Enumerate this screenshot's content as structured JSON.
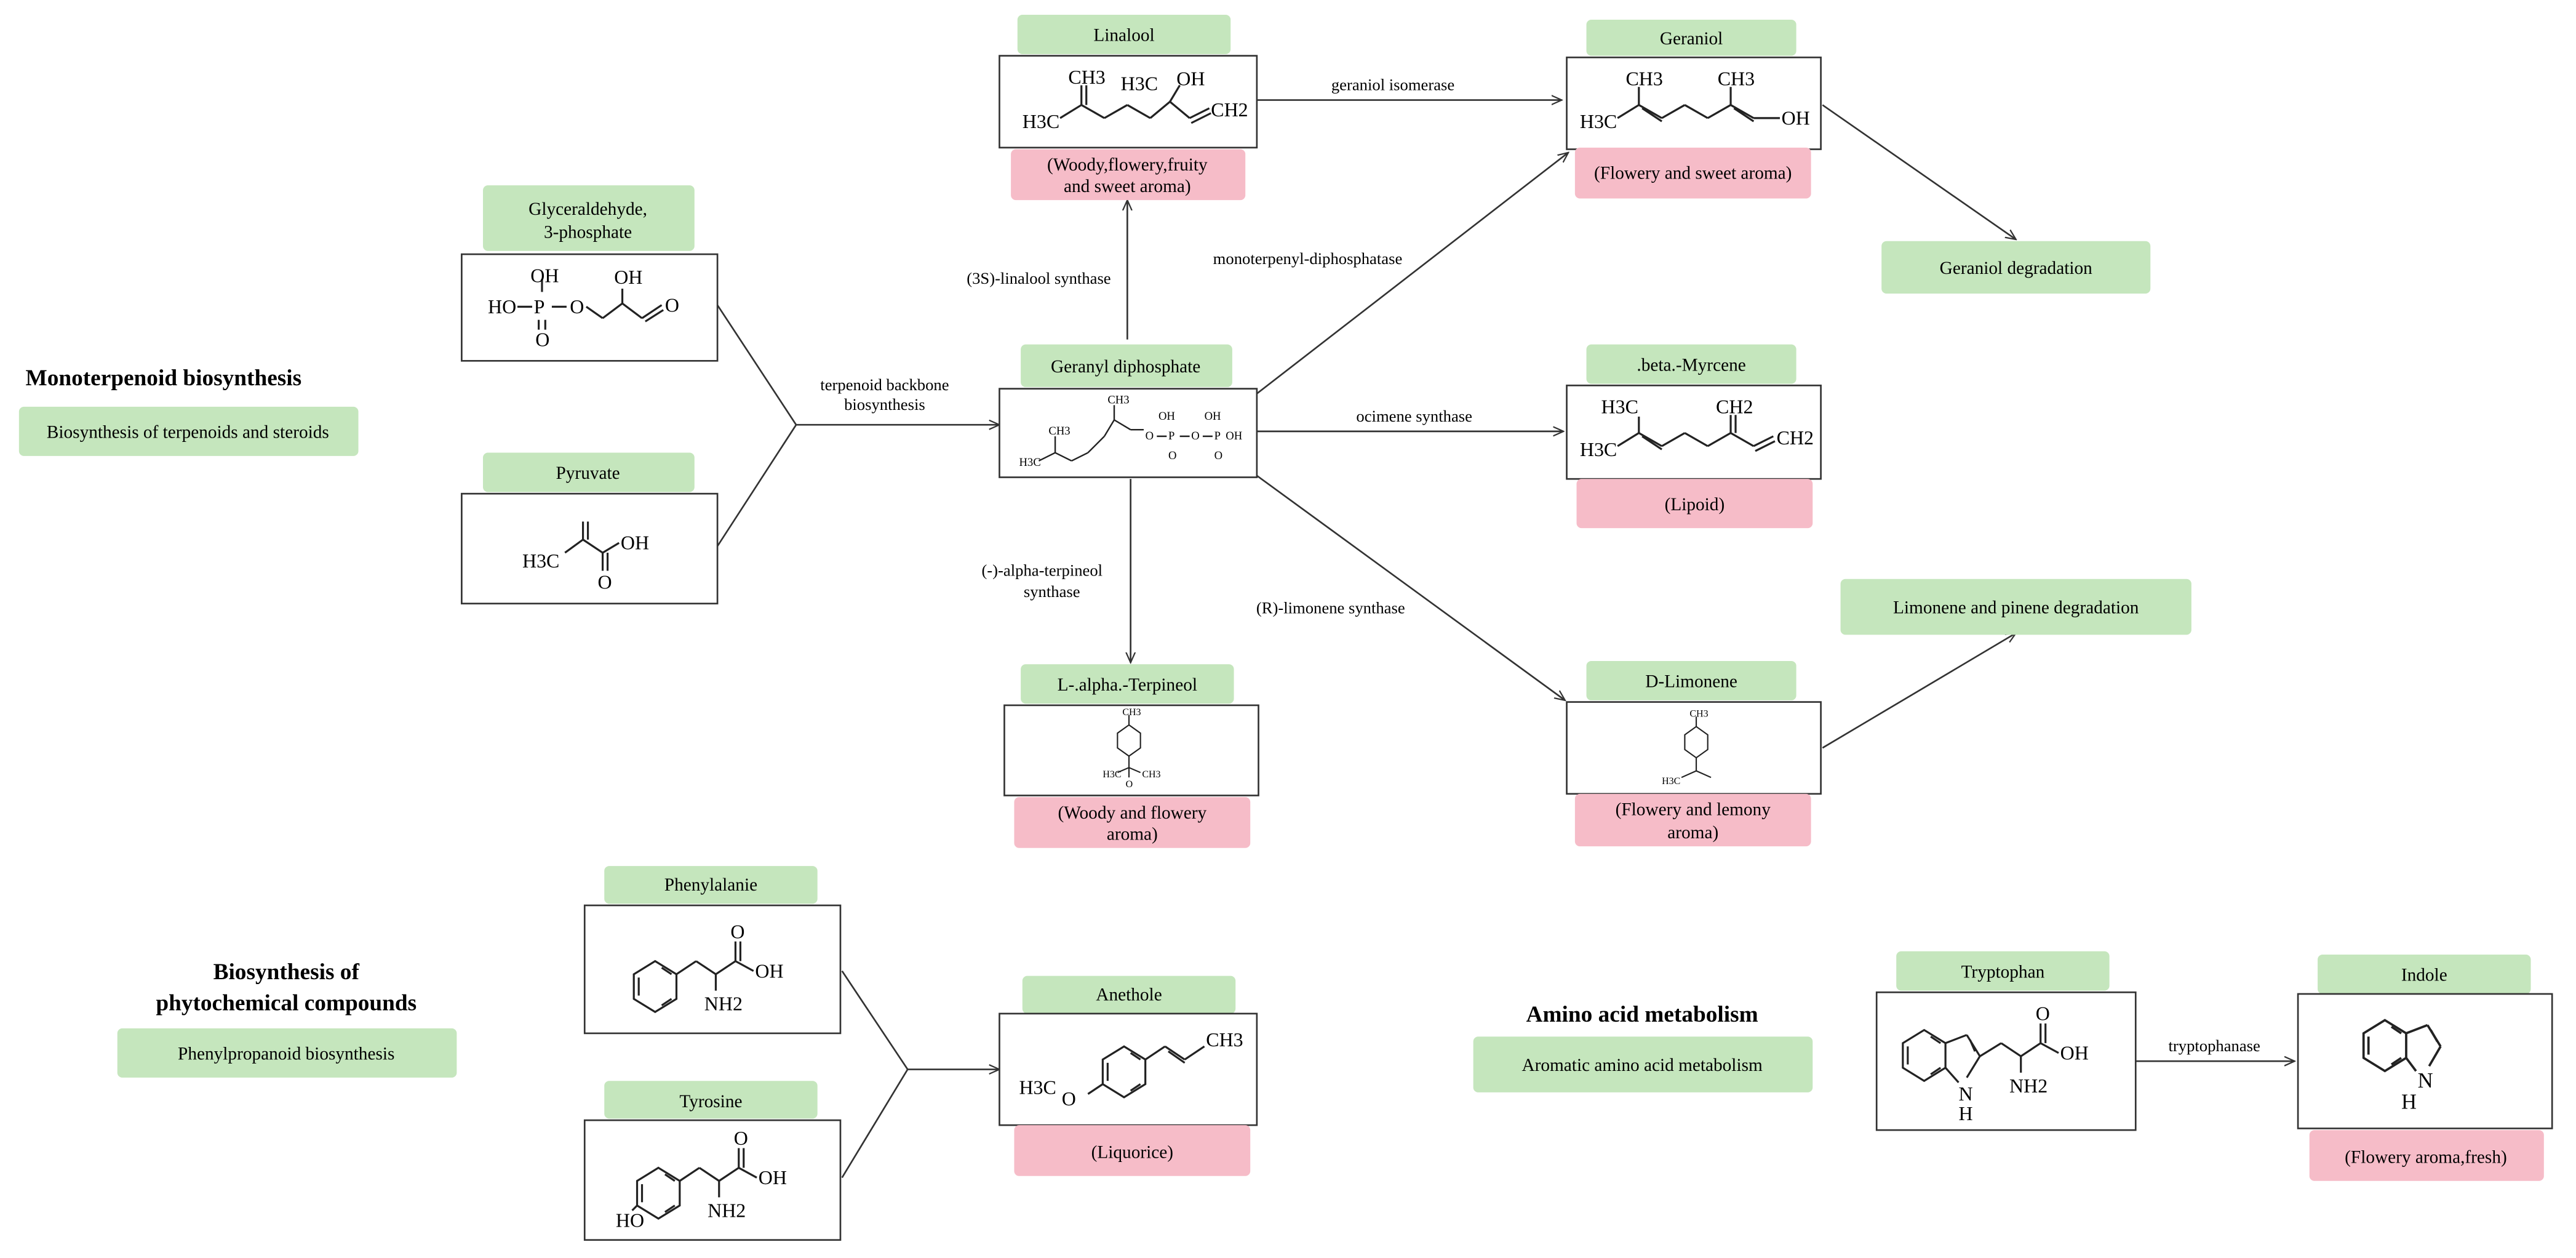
{
  "sections": {
    "monoterpenoid": {
      "title": "Monoterpenoid biosynthesis",
      "pathway": "Biosynthesis of terpenoids and steroids"
    },
    "phytochemical": {
      "title_line1": "Biosynthesis of",
      "title_line2": "phytochemical compounds",
      "pathway": "Phenylpropanoid biosynthesis"
    },
    "amino_acid": {
      "title": "Amino acid metabolism",
      "pathway": "Aromatic amino acid metabolism"
    }
  },
  "compounds": {
    "glyceraldehyde": {
      "name_line1": "Glyceraldehyde,",
      "name_line2": "3-phosphate"
    },
    "pyruvate": {
      "name": "Pyruvate"
    },
    "linalool": {
      "name": "Linalool",
      "aroma_line1": "(Woody,flowery,fruity",
      "aroma_line2": "and sweet aroma)"
    },
    "geranyl_diphosphate": {
      "name": "Geranyl diphosphate"
    },
    "geraniol": {
      "name": "Geraniol",
      "aroma": "(Flowery and sweet aroma)"
    },
    "myrcene": {
      "name": ".beta.-Myrcene",
      "aroma": "(Lipoid)"
    },
    "terpineol": {
      "name": "L-.alpha.-Terpineol",
      "aroma_line1": "(Woody and flowery",
      "aroma_line2": "aroma)"
    },
    "limonene": {
      "name": "D-Limonene",
      "aroma_line1": "(Flowery and lemony",
      "aroma_line2": "aroma)"
    },
    "phenylalanine": {
      "name": "Phenylalanie"
    },
    "tyrosine": {
      "name": "Tyrosine"
    },
    "anethole": {
      "name": "Anethole",
      "aroma": "(Liquorice)"
    },
    "tryptophan": {
      "name": "Tryptophan"
    },
    "indole": {
      "name": "Indole",
      "aroma": "(Flowery aroma,fresh)"
    }
  },
  "pathways": {
    "geraniol_degradation": "Geraniol degradation",
    "limonene_degradation": "Limonene and pinene degradation"
  },
  "enzymes": {
    "geraniol_isomerase": "geraniol isomerase",
    "linalool_synthase": "(3S)-linalool synthase",
    "monoterpenyl": "monoterpenyl-diphosphatase",
    "backbone_line1": "terpenoid backbone",
    "backbone_line2": "biosynthesis",
    "ocimene_synthase": "ocimene synthase",
    "terpineol_synthase_line1": "(-)-alpha-terpineol",
    "terpineol_synthase_line2": "synthase",
    "limonene_synthase": "(R)-limonene synthase",
    "tryptophanase": "tryptophanase"
  },
  "structure_labels": {
    "oh": "OH",
    "ho": "HO",
    "h3c": "H3C",
    "ch3": "CH3",
    "ch2": "CH2",
    "p": "P",
    "o": "O",
    "nh2": "NH2",
    "nh": "N",
    "h": "H"
  },
  "colors": {
    "name_box": "#c5e6bd",
    "aroma_box": "#f6bcc8",
    "pathway_box": "#c5e6bd",
    "stroke": "#333333"
  }
}
